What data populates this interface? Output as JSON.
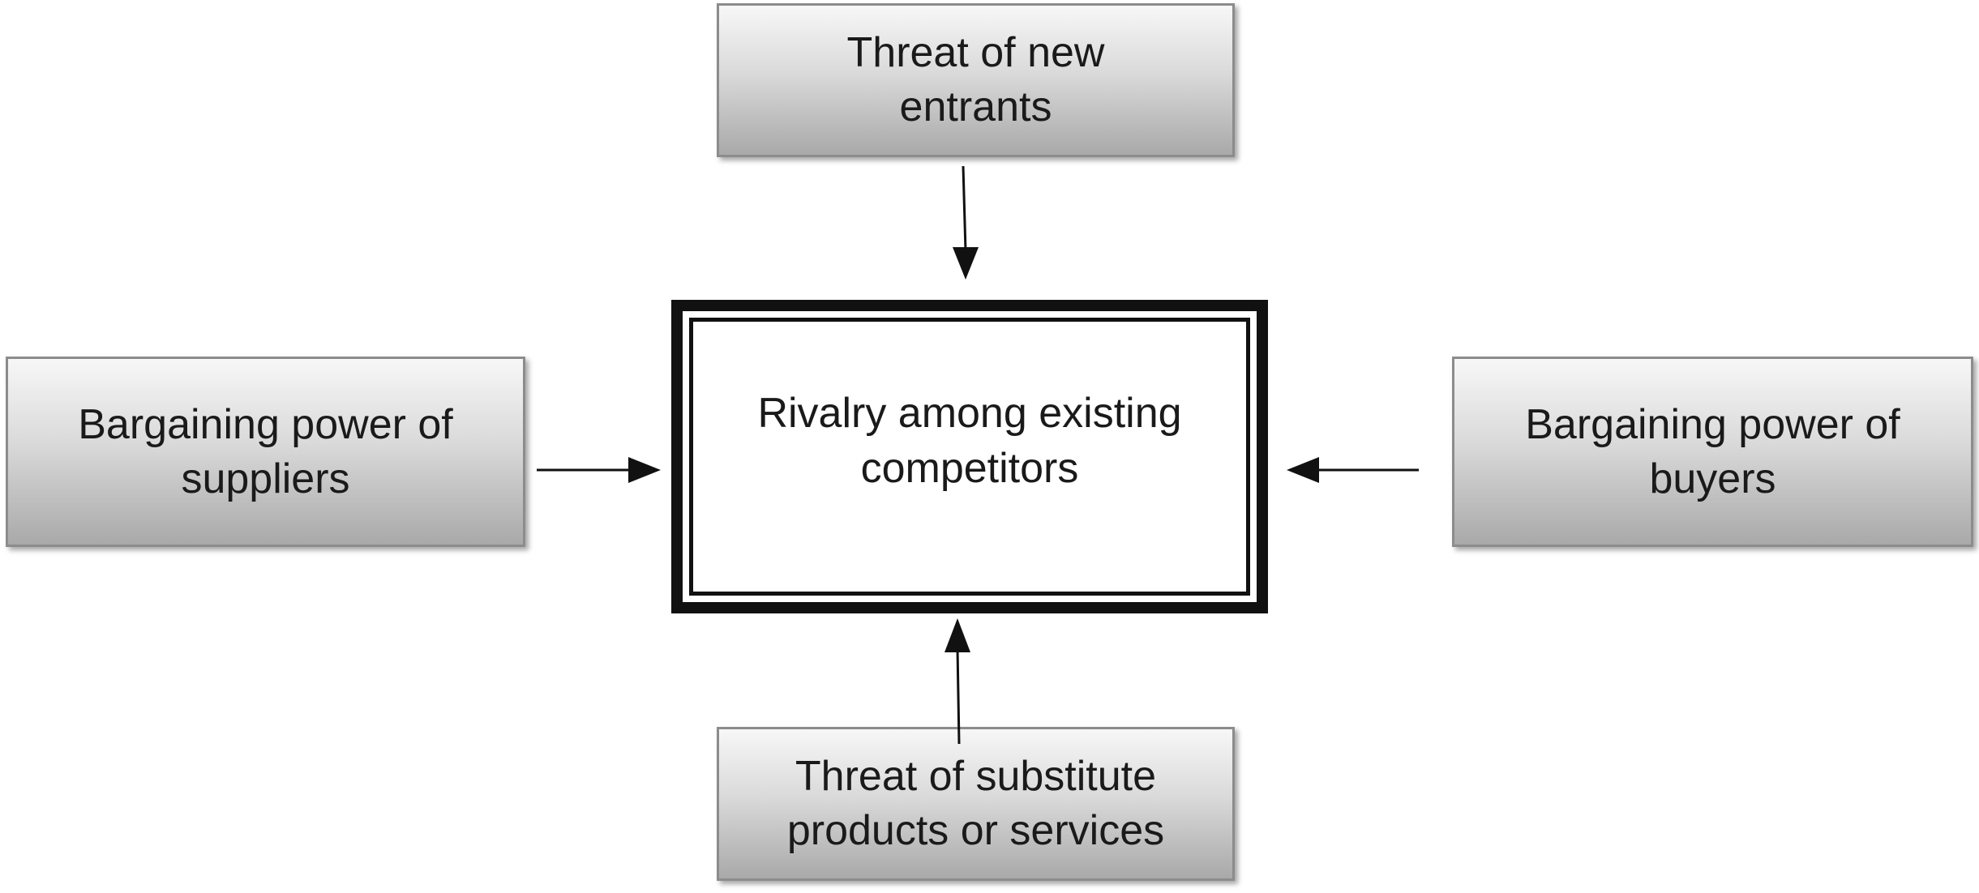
{
  "diagram": {
    "center": {
      "label": "Rivalry among existing\ncompetitors"
    },
    "forces": {
      "top": {
        "label": "Threat of new\nentrants"
      },
      "left": {
        "label": "Bargaining power of\nsuppliers"
      },
      "right": {
        "label": "Bargaining power of\nbuyers"
      },
      "bottom": {
        "label": "Threat of substitute\nproducts or services"
      }
    }
  }
}
